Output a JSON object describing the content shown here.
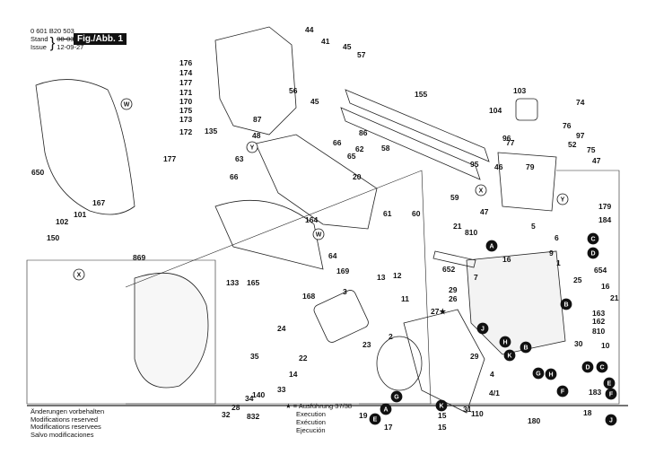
{
  "header": {
    "part_number": "0 601 B20 503",
    "stand_label": "Stand",
    "issue_label": "Issue",
    "stand_value": "08-03",
    "issue_value": "12-09-27",
    "figure_tag": "Fig./Abb. 1"
  },
  "footer": {
    "lines": [
      "Änderungen vorbehalten",
      "Modifications reserved",
      "Modifications reservees",
      "Salvo modificaciones"
    ]
  },
  "execution_note": {
    "line1": "★ = Ausführung 37/38",
    "lines": [
      "Execution",
      "Exécution",
      "Ejecución"
    ]
  },
  "part_labels": [
    {
      "id": "p176",
      "text": "176"
    },
    {
      "id": "p174",
      "text": "174"
    },
    {
      "id": "p177a",
      "text": "177"
    },
    {
      "id": "p171",
      "text": "171"
    },
    {
      "id": "p170",
      "text": "170"
    },
    {
      "id": "p175",
      "text": "175"
    },
    {
      "id": "p173",
      "text": "173"
    },
    {
      "id": "p172",
      "text": "172"
    },
    {
      "id": "p177b",
      "text": "177"
    },
    {
      "id": "p650",
      "text": "650"
    },
    {
      "id": "p167",
      "text": "167"
    },
    {
      "id": "p101",
      "text": "101"
    },
    {
      "id": "p102",
      "text": "102"
    },
    {
      "id": "p150",
      "text": "150"
    },
    {
      "id": "p869",
      "text": "869"
    },
    {
      "id": "p44",
      "text": "44"
    },
    {
      "id": "p41",
      "text": "41"
    },
    {
      "id": "p45a",
      "text": "45"
    },
    {
      "id": "p57",
      "text": "57"
    },
    {
      "id": "p56",
      "text": "56"
    },
    {
      "id": "p45b",
      "text": "45"
    },
    {
      "id": "p86",
      "text": "86"
    },
    {
      "id": "p155",
      "text": "155"
    },
    {
      "id": "p58",
      "text": "58"
    },
    {
      "id": "p87",
      "text": "87"
    },
    {
      "id": "p48",
      "text": "48"
    },
    {
      "id": "p135",
      "text": "135"
    },
    {
      "id": "p63",
      "text": "63"
    },
    {
      "id": "p66a",
      "text": "66"
    },
    {
      "id": "p62",
      "text": "62"
    },
    {
      "id": "p65",
      "text": "65"
    },
    {
      "id": "p20",
      "text": "20"
    },
    {
      "id": "p66b",
      "text": "66"
    },
    {
      "id": "p61",
      "text": "61"
    },
    {
      "id": "p60",
      "text": "60"
    },
    {
      "id": "p164",
      "text": "164"
    },
    {
      "id": "p64",
      "text": "64"
    },
    {
      "id": "p133",
      "text": "133"
    },
    {
      "id": "p165",
      "text": "165"
    },
    {
      "id": "p169",
      "text": "169"
    },
    {
      "id": "p168",
      "text": "168"
    },
    {
      "id": "p12",
      "text": "12"
    },
    {
      "id": "p13",
      "text": "13"
    },
    {
      "id": "p11",
      "text": "11"
    },
    {
      "id": "p3",
      "text": "3"
    },
    {
      "id": "p24",
      "text": "24"
    },
    {
      "id": "p22",
      "text": "22"
    },
    {
      "id": "p14",
      "text": "14"
    },
    {
      "id": "p35",
      "text": "35"
    },
    {
      "id": "p33",
      "text": "33"
    },
    {
      "id": "p140",
      "text": "140"
    },
    {
      "id": "p34",
      "text": "34"
    },
    {
      "id": "p28",
      "text": "28"
    },
    {
      "id": "p32",
      "text": "32"
    },
    {
      "id": "p832",
      "text": "832"
    },
    {
      "id": "p23",
      "text": "23"
    },
    {
      "id": "p2",
      "text": "2"
    },
    {
      "id": "p19",
      "text": "19"
    },
    {
      "id": "p17",
      "text": "17"
    },
    {
      "id": "p15a",
      "text": "15"
    },
    {
      "id": "p15b",
      "text": "15"
    },
    {
      "id": "p31",
      "text": "31"
    },
    {
      "id": "p110",
      "text": "110"
    },
    {
      "id": "p27",
      "text": "27★"
    },
    {
      "id": "p29a",
      "text": "29"
    },
    {
      "id": "p4",
      "text": "4"
    },
    {
      "id": "p41b",
      "text": "4/1"
    },
    {
      "id": "p180",
      "text": "180"
    },
    {
      "id": "p103",
      "text": "103"
    },
    {
      "id": "p74",
      "text": "74"
    },
    {
      "id": "p104",
      "text": "104"
    },
    {
      "id": "p76",
      "text": "76"
    },
    {
      "id": "p97",
      "text": "97"
    },
    {
      "id": "p96",
      "text": "96"
    },
    {
      "id": "p77",
      "text": "77"
    },
    {
      "id": "p52",
      "text": "52"
    },
    {
      "id": "p75",
      "text": "75"
    },
    {
      "id": "p95",
      "text": "95"
    },
    {
      "id": "p46",
      "text": "46"
    },
    {
      "id": "p79",
      "text": "79"
    },
    {
      "id": "p47a",
      "text": "47"
    },
    {
      "id": "p59",
      "text": "59"
    },
    {
      "id": "p47b",
      "text": "47"
    },
    {
      "id": "p179",
      "text": "179"
    },
    {
      "id": "p184",
      "text": "184"
    },
    {
      "id": "p5",
      "text": "5"
    },
    {
      "id": "p6",
      "text": "6"
    },
    {
      "id": "p21a",
      "text": "21"
    },
    {
      "id": "p810a",
      "text": "810"
    },
    {
      "id": "p16a",
      "text": "16"
    },
    {
      "id": "p9",
      "text": "9"
    },
    {
      "id": "p1",
      "text": "1"
    },
    {
      "id": "p654",
      "text": "654"
    },
    {
      "id": "p652",
      "text": "652"
    },
    {
      "id": "p7",
      "text": "7"
    },
    {
      "id": "p29b",
      "text": "29"
    },
    {
      "id": "p26",
      "text": "26"
    },
    {
      "id": "p25",
      "text": "25"
    },
    {
      "id": "p16b",
      "text": "16"
    },
    {
      "id": "p21b",
      "text": "21"
    },
    {
      "id": "p163",
      "text": "163"
    },
    {
      "id": "p162",
      "text": "162"
    },
    {
      "id": "p810b",
      "text": "810"
    },
    {
      "id": "p30",
      "text": "30"
    },
    {
      "id": "p10",
      "text": "10"
    },
    {
      "id": "p183",
      "text": "183"
    },
    {
      "id": "p18",
      "text": "18"
    }
  ],
  "connector_markers": [
    {
      "id": "cW1",
      "text": "W",
      "style": "outline"
    },
    {
      "id": "cW2",
      "text": "W",
      "style": "outline"
    },
    {
      "id": "cX1",
      "text": "X",
      "style": "outline"
    },
    {
      "id": "cX2",
      "text": "X",
      "style": "outline"
    },
    {
      "id": "cY1",
      "text": "Y",
      "style": "outline"
    },
    {
      "id": "cY2",
      "text": "Y",
      "style": "outline"
    },
    {
      "id": "cA1",
      "text": "A",
      "style": "filled"
    },
    {
      "id": "cA2",
      "text": "A",
      "style": "filled"
    },
    {
      "id": "cB1",
      "text": "B",
      "style": "filled"
    },
    {
      "id": "cB2",
      "text": "B",
      "style": "filled"
    },
    {
      "id": "cC1",
      "text": "C",
      "style": "filled"
    },
    {
      "id": "cC2",
      "text": "C",
      "style": "filled"
    },
    {
      "id": "cD1",
      "text": "D",
      "style": "filled"
    },
    {
      "id": "cD2",
      "text": "D",
      "style": "filled"
    },
    {
      "id": "cE1",
      "text": "E",
      "style": "filled"
    },
    {
      "id": "cE2",
      "text": "E",
      "style": "filled"
    },
    {
      "id": "cF1",
      "text": "F",
      "style": "filled"
    },
    {
      "id": "cF2",
      "text": "F",
      "style": "filled"
    },
    {
      "id": "cG1",
      "text": "G",
      "style": "filled"
    },
    {
      "id": "cG2",
      "text": "G",
      "style": "filled"
    },
    {
      "id": "cH1",
      "text": "H",
      "style": "filled"
    },
    {
      "id": "cH2",
      "text": "H",
      "style": "filled"
    },
    {
      "id": "cJ1",
      "text": "J",
      "style": "filled"
    },
    {
      "id": "cJ2",
      "text": "J",
      "style": "filled"
    },
    {
      "id": "cK1",
      "text": "K",
      "style": "filled"
    },
    {
      "id": "cK2",
      "text": "K",
      "style": "filled"
    }
  ]
}
